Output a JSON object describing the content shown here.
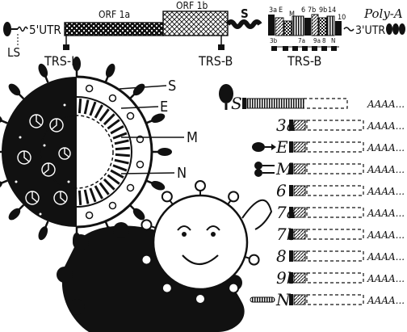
{
  "genome": {
    "ls": "LS",
    "utr5": "5'UTR",
    "orf1a": "ORF 1a",
    "orf1b": "ORF 1b",
    "s": "S",
    "small_orfs": [
      "3a",
      "E",
      "M",
      "6",
      "7b",
      "9b",
      "14",
      "10"
    ],
    "small_orfs_lower": [
      "3b",
      "7a",
      "9a",
      "8",
      "N"
    ],
    "polya": "Poly-A",
    "utr3": "3'UTR",
    "trs_l": "TRS-L",
    "trs_b_1": "TRS-B",
    "trs_b_2": "TRS-B"
  },
  "virion_labels": {
    "s": "S",
    "e": "E",
    "m": "M",
    "n": "N"
  },
  "subgenomic_rnas": [
    {
      "label": "S",
      "tail": "AAAA..."
    },
    {
      "label": "3a",
      "tail": "AAAA..."
    },
    {
      "label": "E",
      "tail": "AAAA..."
    },
    {
      "label": "M",
      "tail": "AAAA..."
    },
    {
      "label": "6",
      "tail": "AAAA..."
    },
    {
      "label": "7a",
      "tail": "AAAA..."
    },
    {
      "label": "7b",
      "tail": "AAAA..."
    },
    {
      "label": "8",
      "tail": "AAAA..."
    },
    {
      "label": "9b",
      "tail": "AAAA..."
    },
    {
      "label": "N",
      "tail": "AAAA..."
    }
  ],
  "colors": {
    "ink": "#111111",
    "paper": "#ffffff"
  }
}
